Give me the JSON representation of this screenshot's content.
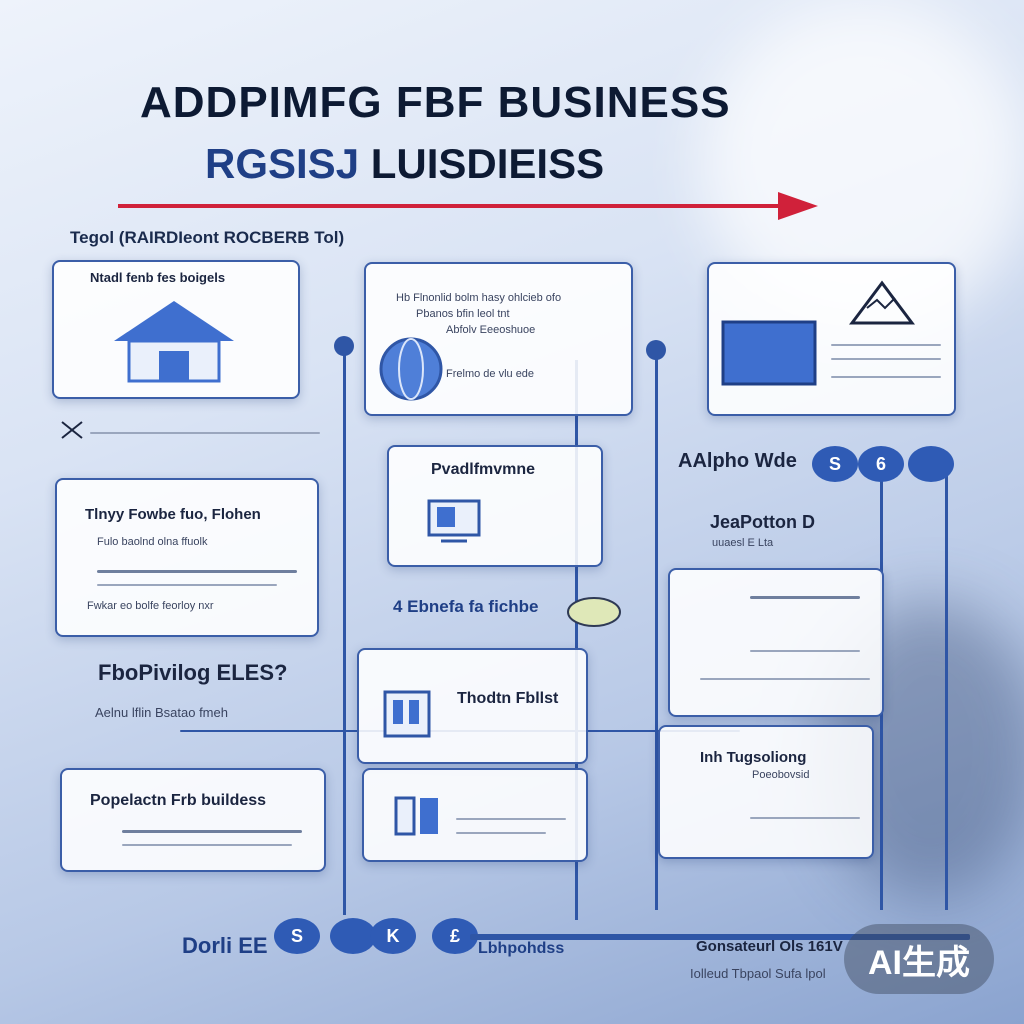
{
  "header": {
    "title_line1": "ADDPIMFG FBF BUSINESS",
    "title_line2_highlight": "RGSISJ",
    "title_line2_rest": "LUISDIEISS",
    "subtitle": "Tegol (RAIRDIeont ROCBERB Tol)"
  },
  "colors": {
    "accent": "#2f56a6",
    "arrow": "#d0213a",
    "text": "#0d1a33"
  },
  "cards": {
    "left_top": {
      "title": "Ntadl fenb fes boigels",
      "icon": "house-icon"
    },
    "left_mid": {
      "title": "Tlnyy Fowbe fuo, Flohen",
      "lines": [
        "Fulo  baolnd  olna  ffuolk",
        "Fwkar  eo bolfe  feorloy  nxr"
      ]
    },
    "left_label": "FboPivilog ELES?",
    "left_caption": "Aelnu lflin Bsatao fmeh",
    "left_bottom": {
      "title": "Popelactn Frb buildess"
    },
    "center_top": {
      "lines": [
        "Hb Flnonlid bolm hasy ohlcieb ofo",
        "Pbanos bfin leol tnt",
        "Abfolv Eeeoshuoe",
        "Frelmo de vlu ede"
      ],
      "icon": "globe-icon"
    },
    "center_mid": {
      "title": "Pvadlfmvmne",
      "icon": "computer-icon"
    },
    "center_label": "4 Ebnefa fa fichbe",
    "center_lower": {
      "title": "Thodtn Fbllst",
      "icon": "building-icon"
    },
    "center_bottom": {
      "icon": "server-icon"
    },
    "right_top": {
      "icon": "mountain-icon"
    },
    "right_label": "AAlpho Wde",
    "right_mid_title": "JeaPotton D",
    "right_mid_sub": "uuaesl E Lta",
    "right_lower": {
      "title": "Inh Tugsoliong",
      "sub": "Poeobovsid"
    }
  },
  "nodes": [
    "S",
    "6",
    "S",
    "K",
    "£"
  ],
  "footer": {
    "left": "Dorli EE",
    "mid": "Lbhpohdss",
    "right_line1": "Gonsateurl Ols  161V",
    "right_line2": "Iolleud Tbpaol Sufa lpol",
    "badge": "AI生成"
  }
}
